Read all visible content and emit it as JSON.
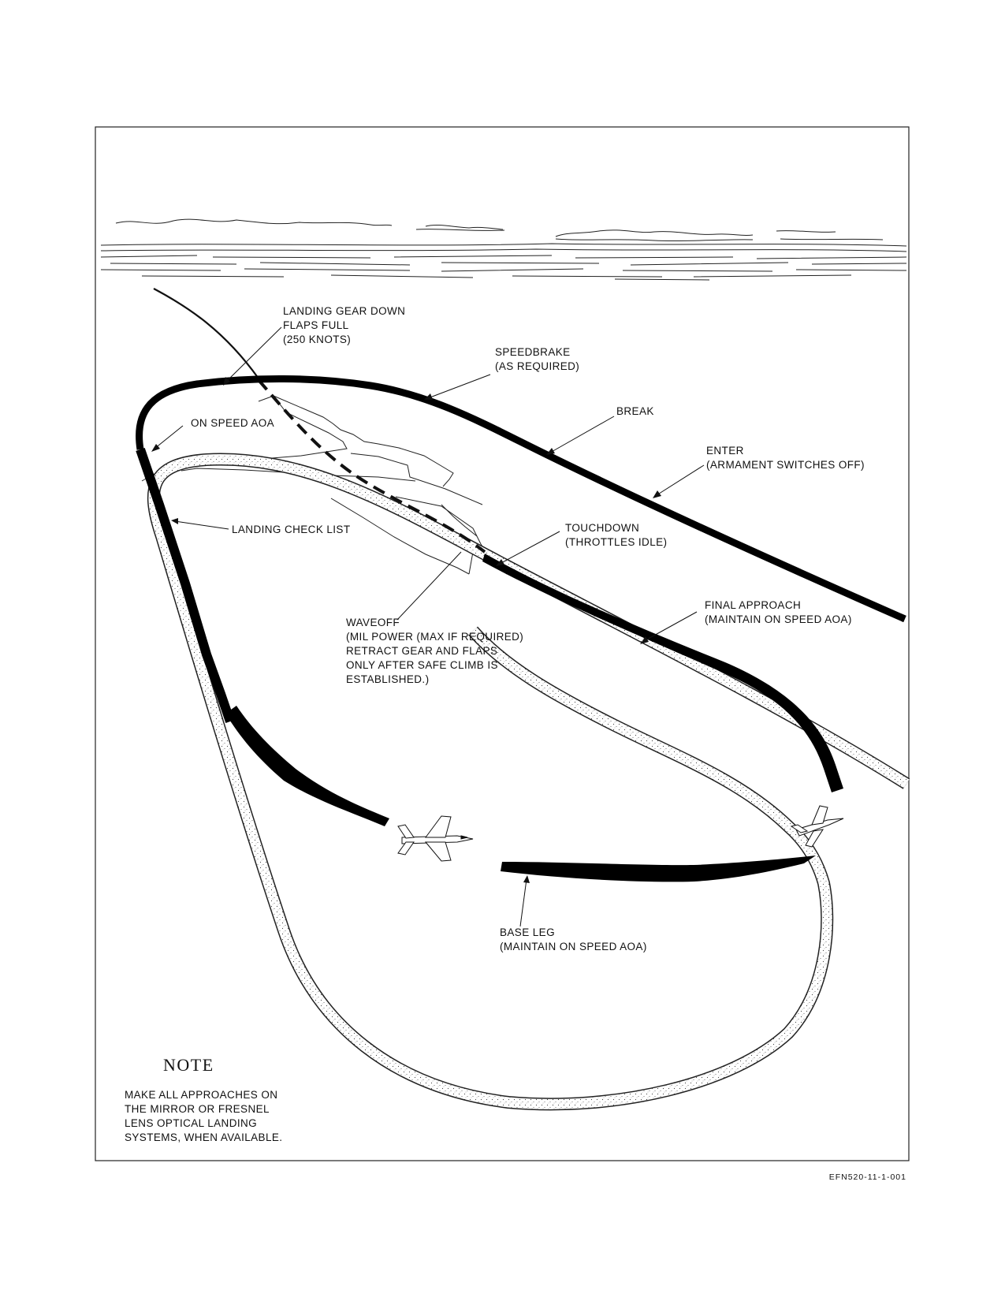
{
  "labels": {
    "landing_gear": [
      "LANDING GEAR DOWN",
      "FLAPS FULL",
      "(250 KNOTS)"
    ],
    "speedbrake": [
      "SPEEDBRAKE",
      "(AS REQUIRED)"
    ],
    "break": [
      "BREAK"
    ],
    "enter": [
      "ENTER",
      "(ARMAMENT SWITCHES OFF)"
    ],
    "on_speed_aoa": [
      "ON SPEED AOA"
    ],
    "landing_check_list": [
      "LANDING CHECK LIST"
    ],
    "touchdown": [
      "TOUCHDOWN",
      "(THROTTLES IDLE)"
    ],
    "waveoff": [
      "WAVEOFF",
      "(MIL POWER (MAX IF REQUIRED)",
      "RETRACT GEAR AND FLAPS",
      "ONLY AFTER SAFE CLIMB IS",
      "ESTABLISHED.)"
    ],
    "final_approach": [
      "FINAL APPROACH",
      "(MAINTAIN ON SPEED AOA)"
    ],
    "base_leg": [
      "BASE LEG",
      "(MAINTAIN ON SPEED AOA)"
    ]
  },
  "note": {
    "title": "NOTE",
    "lines": [
      "MAKE ALL APPROACHES ON",
      "THE MIRROR OR FRESNEL",
      "LENS OPTICAL LANDING",
      "SYSTEMS, WHEN AVAILABLE."
    ]
  },
  "figure_id": "EFN520-11-1-001"
}
